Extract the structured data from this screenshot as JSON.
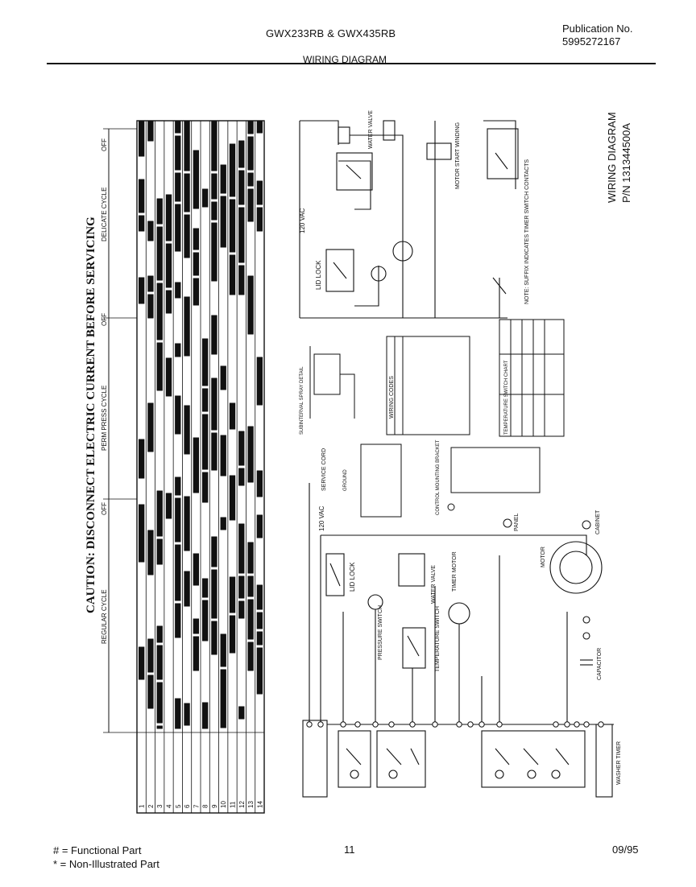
{
  "header": {
    "model": "GWX233RB & GWX435RB",
    "publication_label": "Publication No.",
    "publication_number": "5995272167",
    "section_title": "WIRING DIAGRAM"
  },
  "caution": "CAUTION: DISCONNECT ELECTRIC CURRENT BEFORE SERVICING",
  "timer_chart": {
    "cycles": [
      "REGULAR CYCLE",
      "PERM PRESS CYCLE",
      "DELICATE CYCLE"
    ],
    "off_labels": [
      "OFF",
      "OFF",
      "OFF"
    ],
    "rows": [
      "1",
      "2",
      "3",
      "4",
      "5",
      "6",
      "7",
      "8",
      "9",
      "10",
      "11",
      "12",
      "13",
      "14"
    ]
  },
  "diagram_labels": {
    "title_rotated": "WIRING DIAGRAM",
    "part_number": "P/N 131344500A",
    "voltage": "120 VAC",
    "lid_lock": "LID LOCK",
    "pressure_switch": "PRESSURE SWITCH",
    "temperature_switch": "TEMPERATURE SWITCH",
    "water_valve": "WATER VALVE",
    "timer_motor": "TIMER MOTOR",
    "motor": "MOTOR",
    "capacitor": "CAPACITOR",
    "cabinet": "CABINET",
    "panel": "PANEL",
    "service_cord": "SERVICE CORD",
    "control_mounting_bracket": "CONTROL MOUNTING BRACKET",
    "ground": "GROUND",
    "washer_timer": "WASHER TIMER",
    "wiring_codes": "WIRING CODES",
    "temperature_switch_chart": "TEMPERATURE SWITCH CHART",
    "suffix_note": "NOTE: SUFFIX INDICATES TIMER SWITCH CONTACTS",
    "motor_start_winding": "MOTOR START WINDING",
    "spray_detail": "SUBINTERVAL SPRAY DETAIL"
  },
  "footer": {
    "functional_part": "# = Functional Part",
    "non_illustrated_part": "* = Non-Illustrated Part",
    "page_number": "11",
    "date": "09/95"
  }
}
